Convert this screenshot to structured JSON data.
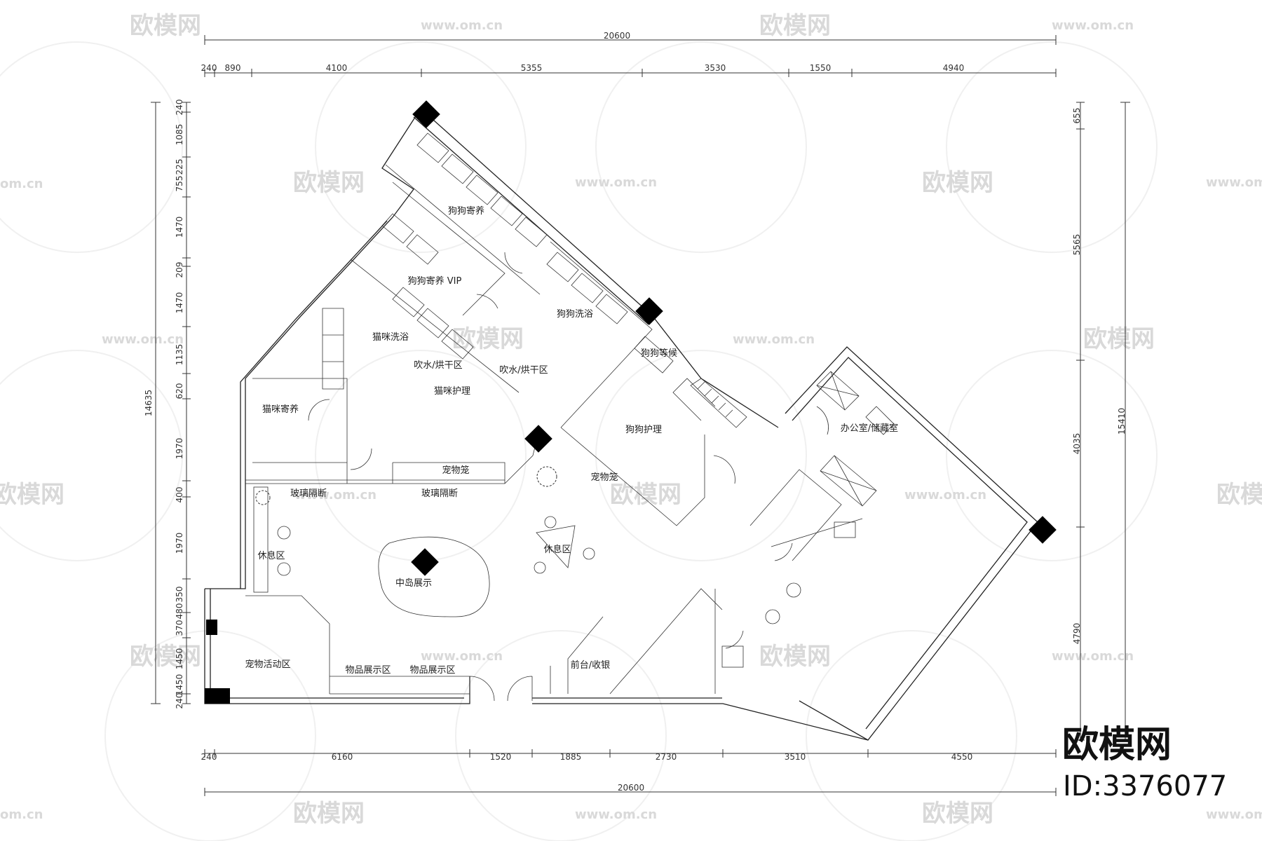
{
  "watermark": {
    "brand_text": "欧模网",
    "url_text": "www.om.cn",
    "url_short": "om.cn"
  },
  "branding": {
    "logo": "欧模网",
    "id_label": "ID:3376077"
  },
  "dimensions": {
    "top_total": "20600",
    "top_segments": [
      "240",
      "890",
      "4100",
      "5355",
      "3530",
      "1550",
      "4940"
    ],
    "bottom_total": "20600",
    "bottom_segments": [
      "240",
      "6160",
      "1520",
      "1885",
      "2730",
      "3510",
      "4550"
    ],
    "left_total": "14635",
    "left_segments": [
      "240",
      "1085",
      "225",
      "755",
      "1470",
      "209",
      "1470",
      "1135",
      "620",
      "1970",
      "400",
      "1970",
      "350",
      "480",
      "370",
      "1450",
      "1450",
      "240"
    ],
    "right_total": "15410",
    "right_segments": [
      "655",
      "5565",
      "4035",
      "4790"
    ]
  },
  "rooms": [
    {
      "id": "dog-boarding",
      "label": "狗狗寄养"
    },
    {
      "id": "dog-boarding-vip",
      "label": "狗狗寄养 VIP"
    },
    {
      "id": "dog-bath",
      "label": "狗狗洗浴"
    },
    {
      "id": "cat-bath",
      "label": "猫咪洗浴"
    },
    {
      "id": "blow-dry-1",
      "label": "吹水/烘干区"
    },
    {
      "id": "blow-dry-2",
      "label": "吹水/烘干区"
    },
    {
      "id": "cat-care",
      "label": "猫咪护理"
    },
    {
      "id": "dog-waiting",
      "label": "狗狗等候"
    },
    {
      "id": "cat-boarding",
      "label": "猫咪寄养"
    },
    {
      "id": "dog-care",
      "label": "狗狗护理"
    },
    {
      "id": "office",
      "label": "办公室/储藏室"
    },
    {
      "id": "pet-cage-1",
      "label": "宠物笼"
    },
    {
      "id": "pet-cage-2",
      "label": "宠物笼"
    },
    {
      "id": "glass-partition-1",
      "label": "玻璃隔断"
    },
    {
      "id": "glass-partition-2",
      "label": "玻璃隔断"
    },
    {
      "id": "rest-area-1",
      "label": "休息区"
    },
    {
      "id": "rest-area-2",
      "label": "休息区"
    },
    {
      "id": "island-display",
      "label": "中岛展示"
    },
    {
      "id": "pet-activity",
      "label": "宠物活动区"
    },
    {
      "id": "goods-display-1",
      "label": "物品展示区"
    },
    {
      "id": "goods-display-2",
      "label": "物品展示区"
    },
    {
      "id": "front-desk",
      "label": "前台/收银"
    }
  ]
}
